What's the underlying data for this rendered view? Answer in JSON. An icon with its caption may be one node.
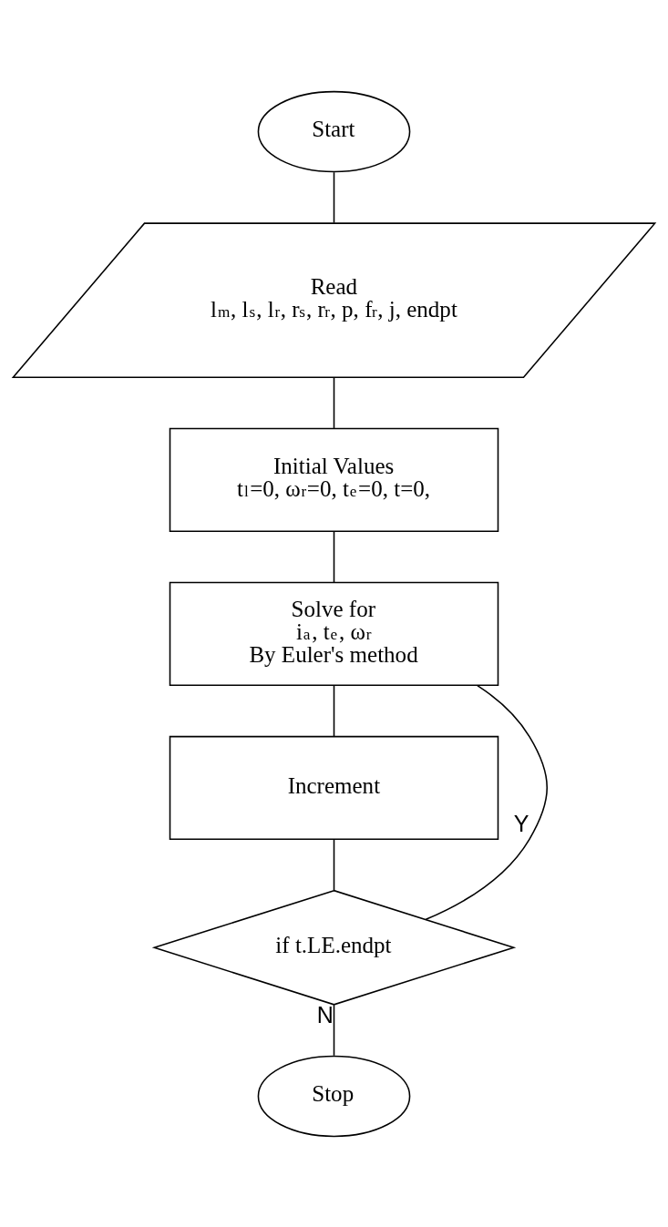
{
  "diagram": {
    "nodes": [
      {
        "text": [
          "Start"
        ]
      },
      {
        "text": [
          "Read",
          "l$_{m}$, l$_{s}$, l$_{r}$, r$_{s}$, r$_{r}$, p, f$_{r}$, j, endpt"
        ]
      },
      {
        "text": [
          "Initial Values",
          "t$_{l}$=0, ω$_{r}$=0, t$_{e}$=0, t=0,"
        ]
      },
      {
        "text": [
          "Solve for",
          "i$_{a}$, t$_{e}$, ω$_{r}$",
          "By Euler's method"
        ]
      },
      {
        "text": [
          "Increment"
        ]
      },
      {
        "text": [
          "if t.LE.endpt"
        ]
      },
      {
        "text": [
          "Stop"
        ]
      }
    ],
    "edges": [
      {
        "from": 0,
        "to": 1,
        "arrow": "none"
      },
      {
        "from": 1,
        "to": 2,
        "arrow": "none"
      },
      {
        "from": 2,
        "to": 3,
        "arrow": "none"
      },
      {
        "from": 3,
        "to": 4,
        "arrow": "none"
      },
      {
        "from": 4,
        "to": 5,
        "arrow": "none"
      },
      {
        "from": 5,
        "to": 3,
        "arrow": "none",
        "label": "Y"
      },
      {
        "from": 5,
        "to": 6,
        "arrow": "none",
        "label": "N"
      }
    ]
  }
}
